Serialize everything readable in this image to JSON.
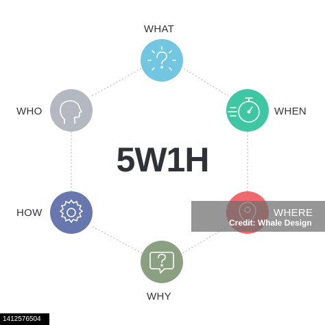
{
  "title": "5W1H",
  "nodes": [
    {
      "key": "what",
      "label": "WHAT",
      "icon": "question-burst-icon",
      "color": "#72c6e0"
    },
    {
      "key": "when",
      "label": "WHEN",
      "icon": "stopwatch-icon",
      "color": "#3fc6a2"
    },
    {
      "key": "where",
      "label": "WHERE",
      "icon": "map-pin-icon",
      "color": "#ee6a6e"
    },
    {
      "key": "why",
      "label": "WHY",
      "icon": "question-bubble-icon",
      "color": "#8ba080"
    },
    {
      "key": "how",
      "label": "HOW",
      "icon": "gear-icon",
      "color": "#6877ad"
    },
    {
      "key": "who",
      "label": "WHO",
      "icon": "head-profile-icon",
      "color": "#b4b9c1"
    }
  ],
  "watermark": {
    "text": "Credit: Whale Design",
    "id": "1412576504"
  }
}
